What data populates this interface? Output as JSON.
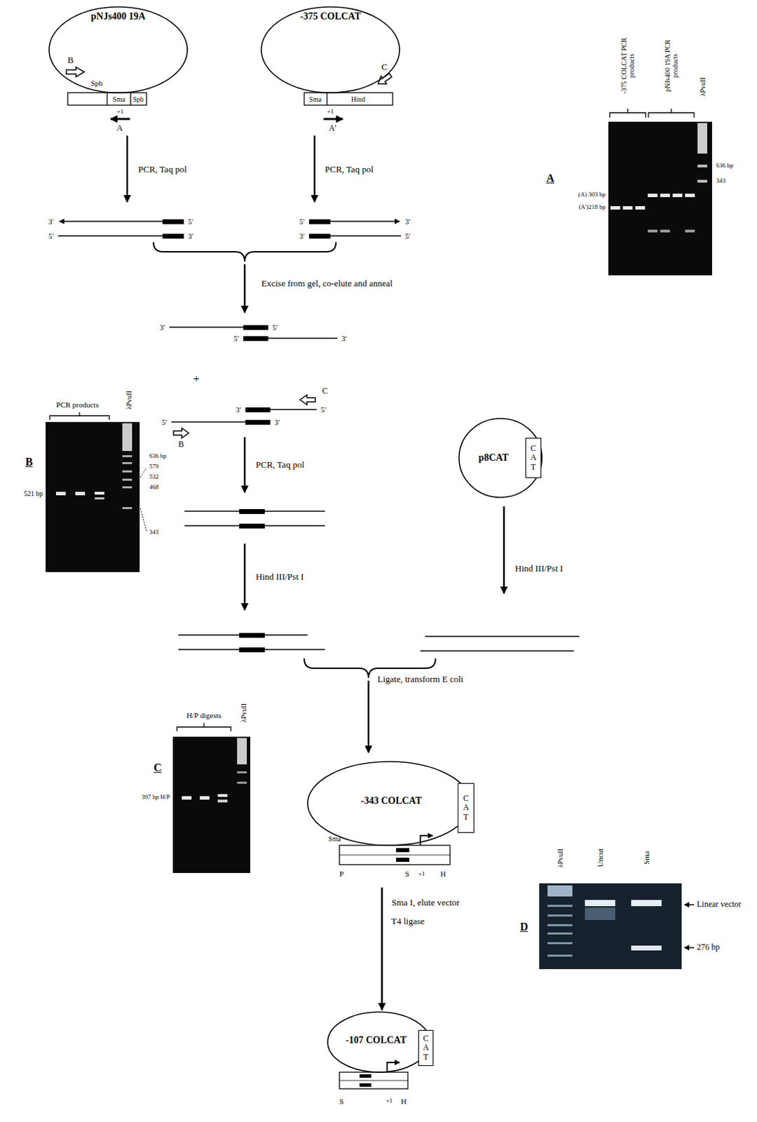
{
  "diagram": {
    "nodes": [
      {
        "text": [
          "pNJs400 19A"
        ]
      },
      {
        "text": [
          "-375 COLCAT"
        ]
      },
      {
        "text": [
          "p8CAT"
        ]
      },
      {
        "text": [
          "C A T"
        ],
        "in": 2
      },
      {
        "text": [
          "-343 COLCAT"
        ]
      },
      {
        "text": [
          "C A T"
        ],
        "in": 4
      },
      {
        "text": [
          "-107 COLCAT"
        ]
      },
      {
        "text": [
          "C A T"
        ],
        "in": 6
      }
    ],
    "edges": [
      {
        "from": 4,
        "to": 6,
        "arrow": "to",
        "label": "Sma I, elute vector"
      }
    ],
    "labels": [
      "B",
      "Sph",
      "Sma",
      "Sph",
      "+1",
      "A",
      "C",
      "Sma",
      "Hind",
      "+1",
      "A'",
      "-375 COLCAT PCR products",
      "pNJs400 19A PCR products",
      "λPvuII",
      "A",
      "(A) 303 bp",
      "(A')218 bp",
      "636 bp",
      "343",
      "PCR, Taq pol",
      "PCR, Taq pol",
      "3′",
      "5′",
      "5′",
      "3′",
      "5′",
      "3′",
      "3′",
      "5′",
      "Excise from gel, co-elute and anneal",
      "3′",
      "5′",
      "5′",
      "3′",
      "+",
      "3′",
      "5′",
      "C",
      "5′",
      "3′",
      "B",
      "PCR products",
      "λPvuII",
      "B",
      "521 bp",
      "636 bp",
      "579",
      "532",
      "468",
      "343",
      "PCR, Taq pol",
      "Hind III/Pst I",
      "Hind III/Pst I",
      "Ligate, transform E coli",
      "H/P digests",
      "λPvuII",
      "C",
      "397 bp H/P",
      "Sma",
      "P",
      "S",
      "+1",
      "H",
      "T4 ligase",
      "λPvuII",
      "Uncut",
      "Sma",
      "D",
      "Linear vector",
      "276 bp",
      "S",
      "+1",
      "H"
    ]
  }
}
